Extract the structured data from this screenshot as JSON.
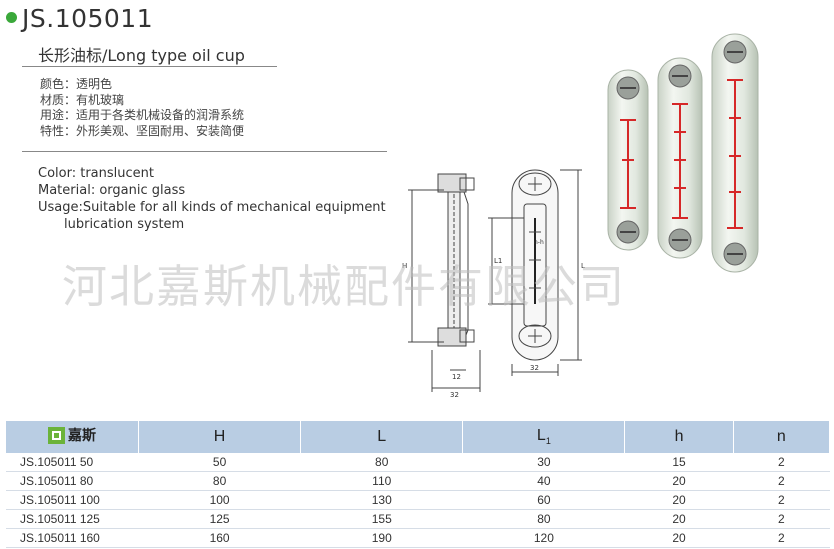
{
  "header": {
    "title": "JS.105011",
    "subtitle": "长形油标/Long type oil cup"
  },
  "specs_cn": [
    "颜色：透明色",
    "材质：有机玻璃",
    "用途：适用于各类机械设备的润滑系统",
    "特性：外形美观、坚固耐用、安装简便"
  ],
  "specs_en": {
    "color": "Color: translucent",
    "material": "Material: organic glass",
    "usage_line1": "Usage:Suitable for all kinds of mechanical equipment",
    "usage_line2": "lubrication system"
  },
  "watermark": "河北嘉斯机械配件有限公司",
  "drawing": {
    "dim_h": "H",
    "dim_12": "12",
    "dim_32_left": "32",
    "dim_l1": "L1",
    "dim_nh": "n-h",
    "dim_l": "L",
    "dim_32_right": "32"
  },
  "table": {
    "brand": "嘉斯",
    "headers": [
      "H",
      "L",
      "L",
      "h",
      "n"
    ],
    "l1_sub": "1",
    "rows": [
      {
        "model": "JS.105011   50",
        "H": "50",
        "L": "80",
        "L1": "30",
        "h": "15",
        "n": "2"
      },
      {
        "model": "JS.105011   80",
        "H": "80",
        "L": "110",
        "L1": "40",
        "h": "20",
        "n": "2"
      },
      {
        "model": "JS.105011   100",
        "H": "100",
        "L": "130",
        "L1": "60",
        "h": "20",
        "n": "2"
      },
      {
        "model": "JS.105011   125",
        "H": "125",
        "L": "155",
        "L1": "80",
        "h": "20",
        "n": "2"
      },
      {
        "model": "JS.105011   160",
        "H": "160",
        "L": "190",
        "L1": "120",
        "h": "20",
        "n": "2"
      }
    ]
  },
  "colors": {
    "accent_dot": "#3aa83a",
    "table_header": "#b9cde3",
    "brand_logo": "#6bb33a",
    "sight_mark": "#d62828"
  }
}
